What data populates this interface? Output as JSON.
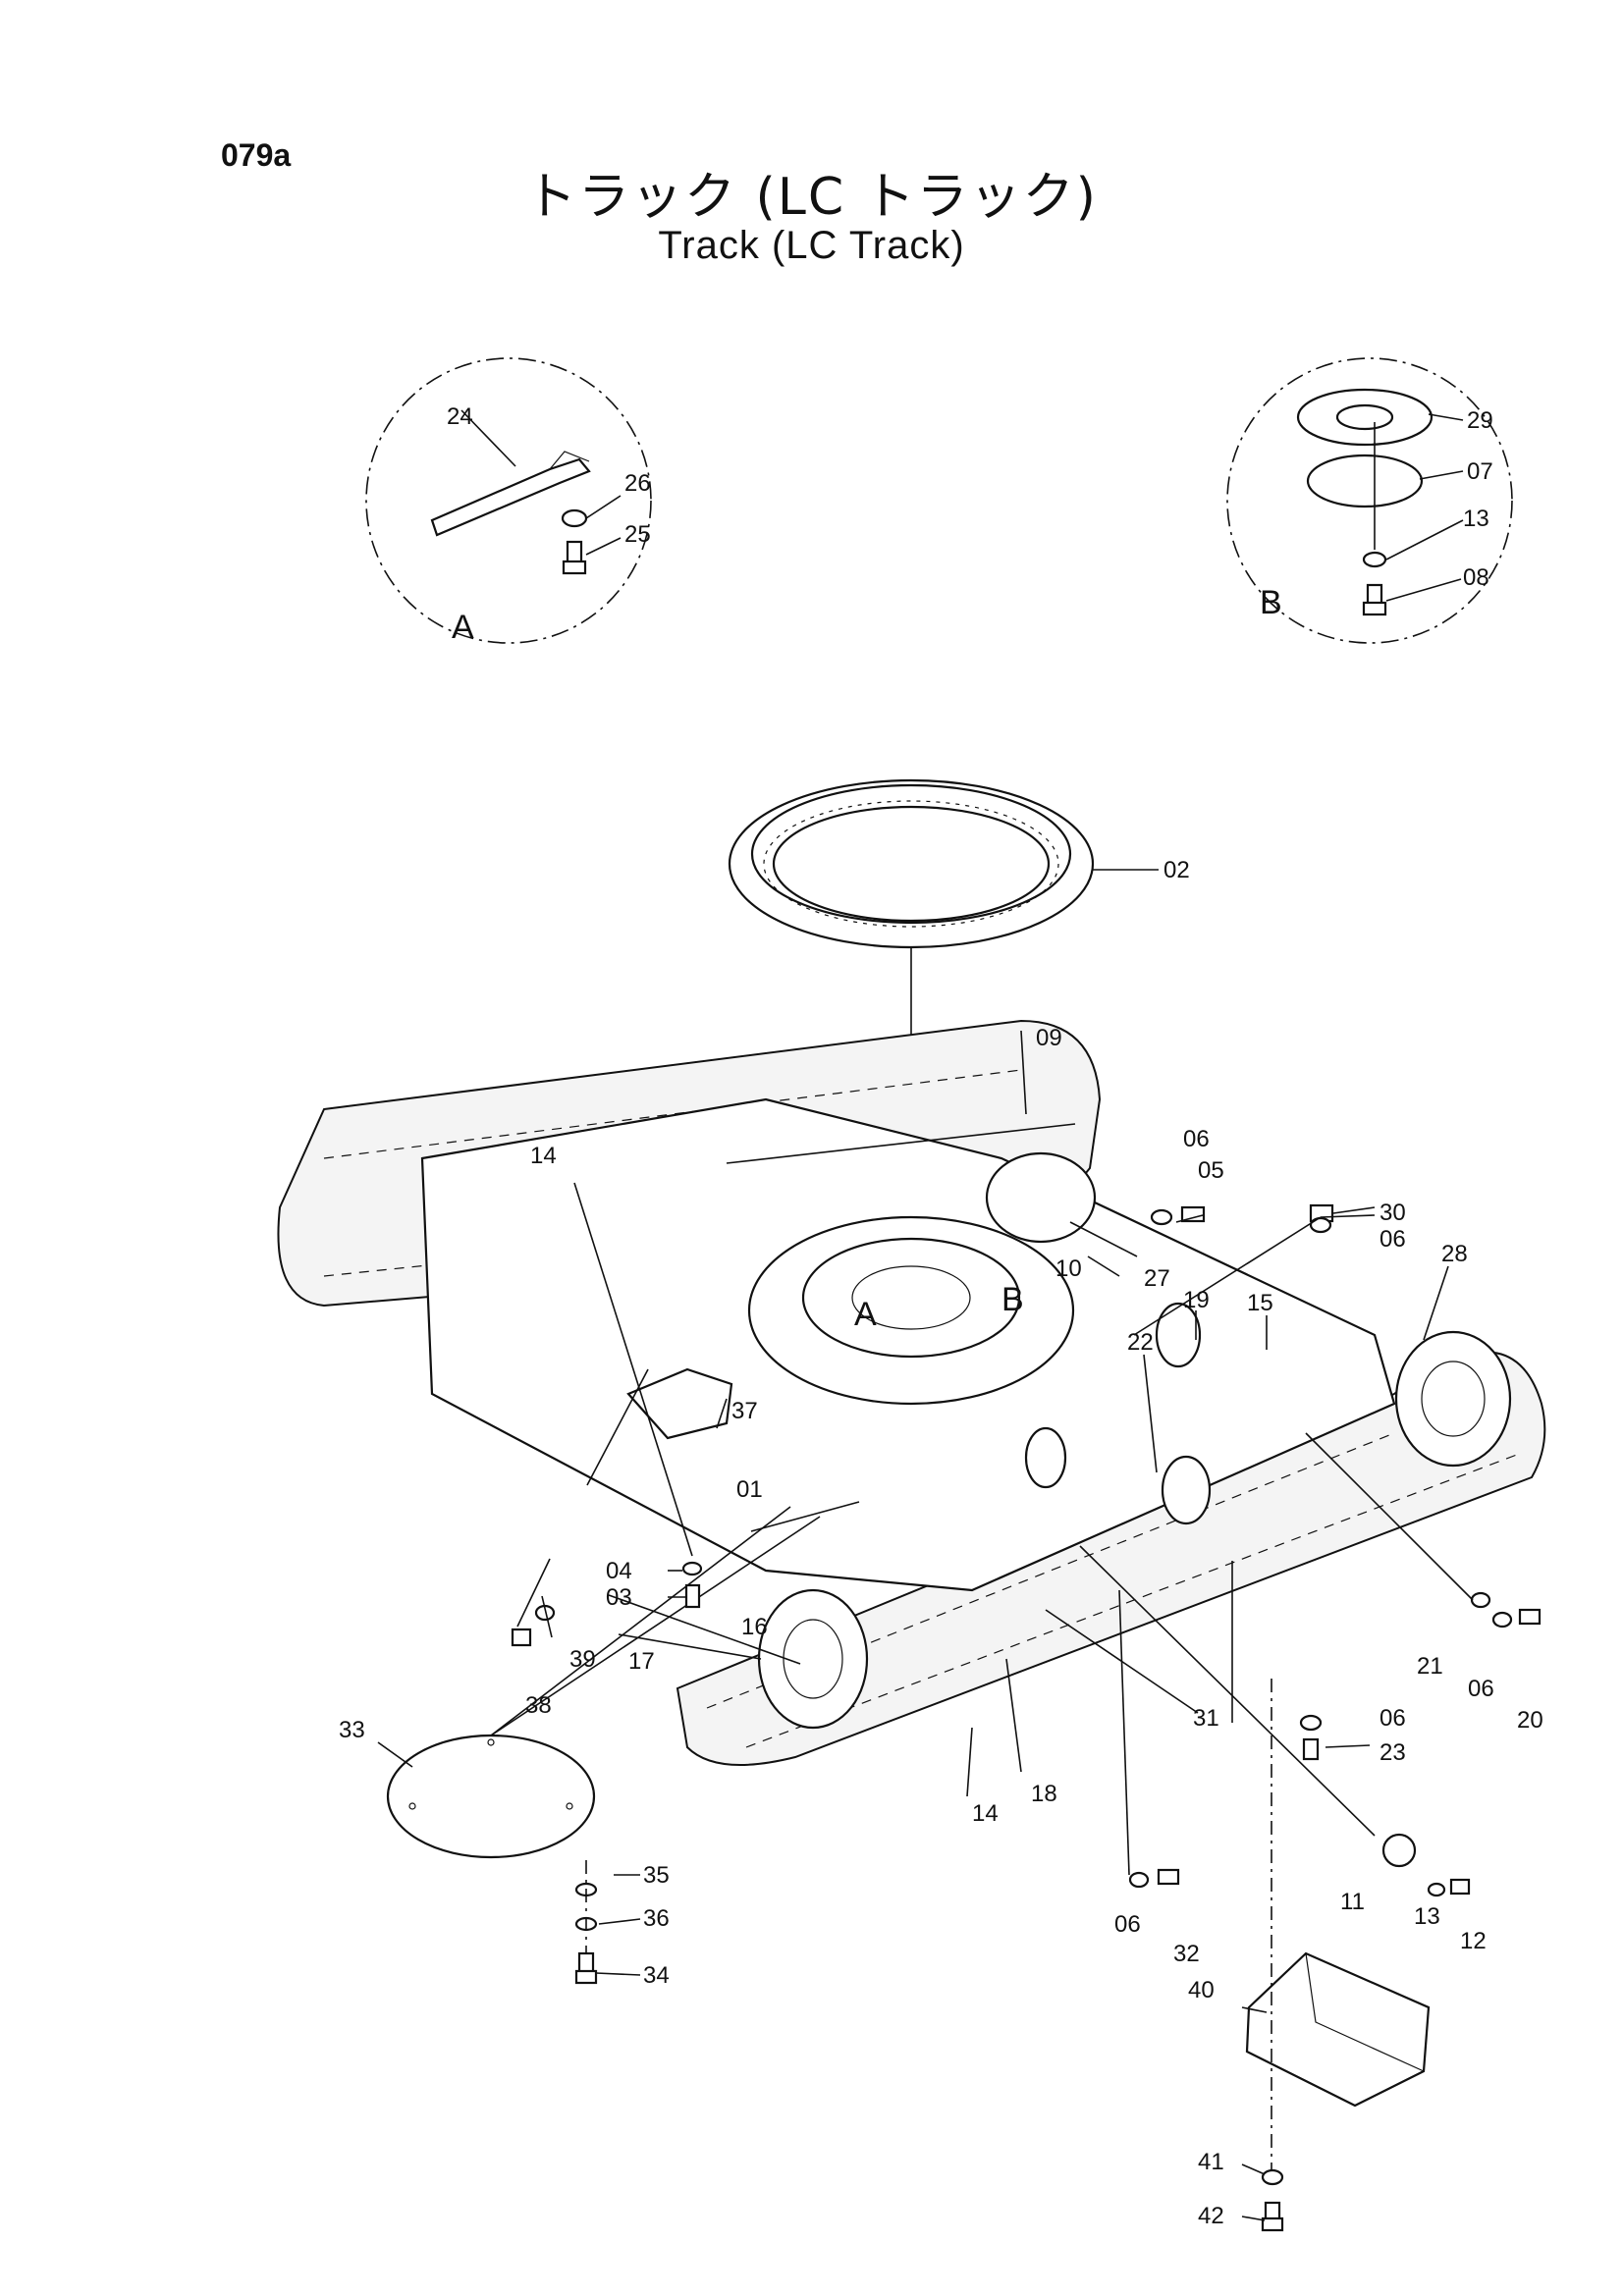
{
  "header": {
    "page_code": "079a",
    "title_ja": "トラック (LC トラック)",
    "title_en": "Track (LC Track)"
  },
  "details": {
    "a": {
      "label": "A",
      "parts": [
        "24",
        "26",
        "25"
      ]
    },
    "b": {
      "label": "B",
      "parts": [
        "29",
        "07",
        "13",
        "08"
      ]
    }
  },
  "callouts": {
    "c01": "01",
    "c02": "02",
    "c03": "03",
    "c04": "04",
    "c05": "05",
    "c06a": "06",
    "c06b": "06",
    "c06c": "06",
    "c06d": "06",
    "c06e": "06",
    "c09": "09",
    "c10": "10",
    "c11": "11",
    "c12": "12",
    "c13": "13",
    "c14a": "14",
    "c14b": "14",
    "c15": "15",
    "c16": "16",
    "c17": "17",
    "c18": "18",
    "c19": "19",
    "c20": "20",
    "c21": "21",
    "c22": "22",
    "c23": "23",
    "c27": "27",
    "c28": "28",
    "c30": "30",
    "c31": "31",
    "c32": "32",
    "c33": "33",
    "c34": "34",
    "c35": "35",
    "c36": "36",
    "c37": "37",
    "c38": "38",
    "c39": "39",
    "c40": "40",
    "c41": "41",
    "c42": "42",
    "markA": "A",
    "markB": "B"
  }
}
